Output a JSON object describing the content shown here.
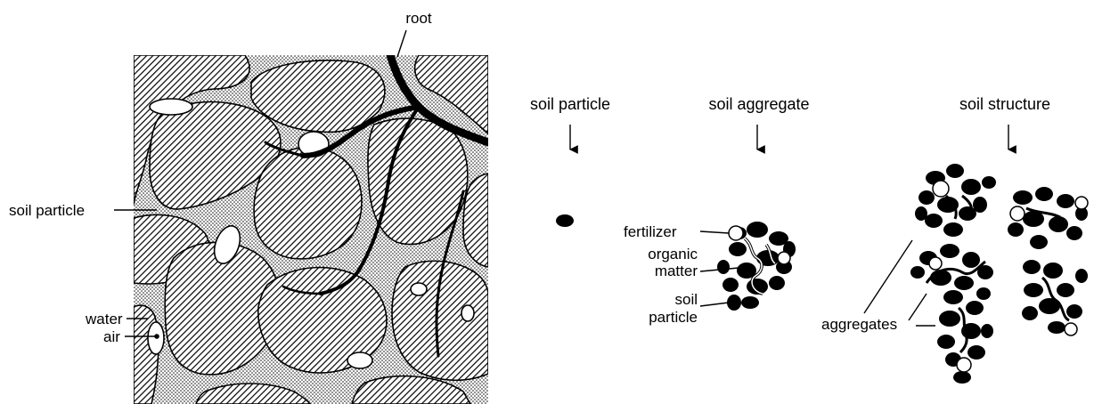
{
  "labels": {
    "root": "root",
    "soil_particle_left": "soil particle",
    "water": "water",
    "air": "air",
    "heading_particle": "soil particle",
    "heading_aggregate": "soil aggregate",
    "heading_structure": "soil structure",
    "fertilizer": "fertilizer",
    "organic_1": "organic",
    "organic_2": "matter",
    "soil_1": "soil",
    "soil_2": "particle",
    "aggregates": "aggregates"
  },
  "colors": {
    "ink": "#000000",
    "background": "#ffffff"
  }
}
